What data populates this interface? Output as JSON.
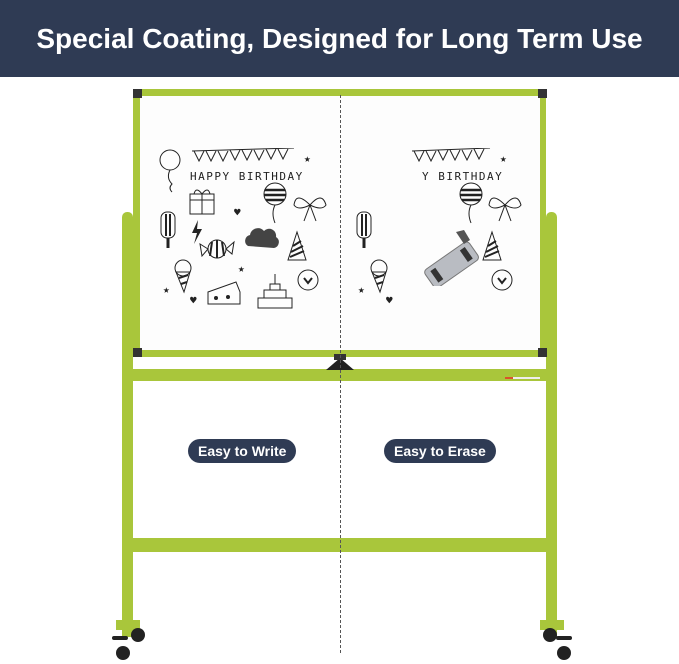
{
  "header": {
    "title": "Special Coating, Designed for Long Term Use"
  },
  "board": {
    "left_text": "HAPPY BIRTHDAY",
    "right_text": "Y BIRTHDAY"
  },
  "labels": {
    "write": "Easy to Write",
    "erase": "Easy to Erase"
  },
  "colors": {
    "header": "#2f3b54",
    "frame": "#a9c63b",
    "pill": "#2f3b54"
  }
}
